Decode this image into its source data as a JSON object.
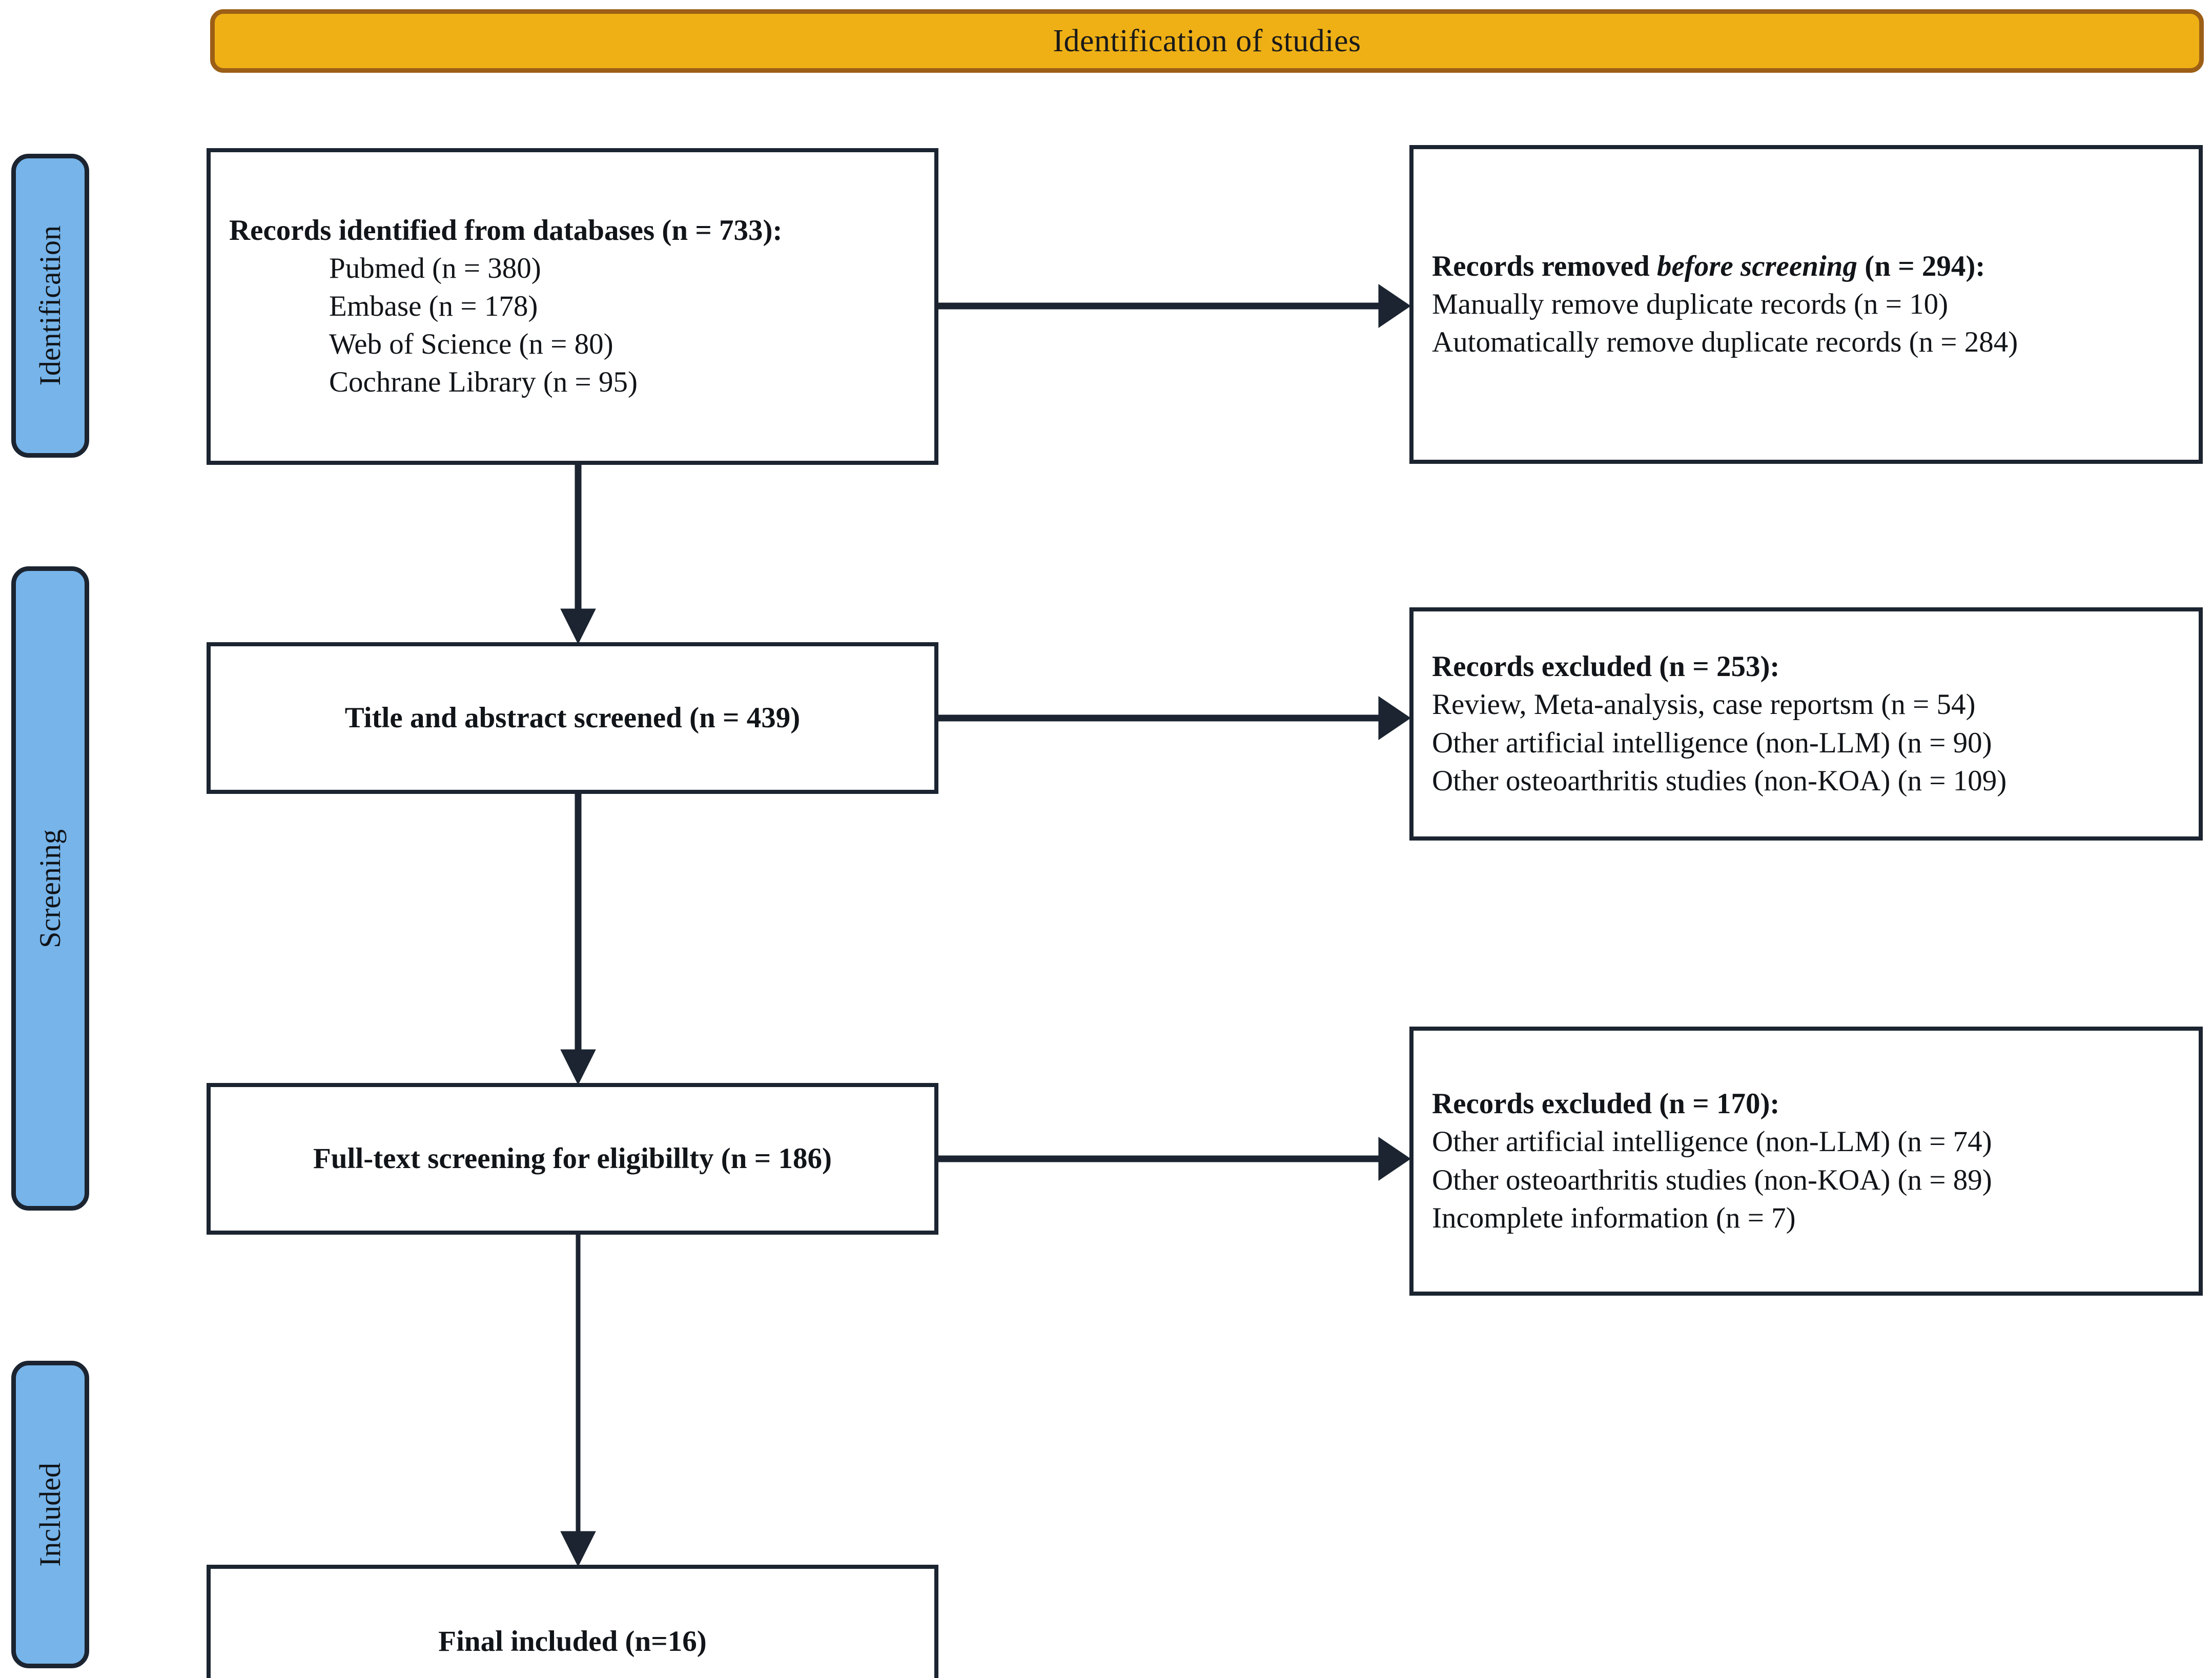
{
  "header": {
    "title": "Identification of studies",
    "fill_color": "#EFB016",
    "border_color": "#9C5F16"
  },
  "phases": [
    {
      "key": "identification",
      "label": "Identification"
    },
    {
      "key": "screening",
      "label": "Screening"
    },
    {
      "key": "included",
      "label": "Included"
    }
  ],
  "phase_style": {
    "fill_color": "#76B4EA",
    "border_color": "#1B2430"
  },
  "boxes": {
    "identified": {
      "heading": "Records identified from databases (n = 733):",
      "items": [
        "Pubmed (n = 380)",
        "Embase (n = 178)",
        "Web of Science  (n = 80)",
        "Cochrane Library (n = 95)"
      ]
    },
    "removed_before_screening": {
      "heading_prefix": "Records removed ",
      "heading_emphasis": "before screening",
      "heading_suffix": " (n = 294):",
      "items": [
        "Manually remove duplicate records (n = 10)",
        "Automatically remove duplicate records (n = 284)"
      ]
    },
    "title_abstract": {
      "heading": "Title and abstract screened (n = 439)"
    },
    "excluded_253": {
      "heading": "Records excluded (n = 253):",
      "items": [
        "Review, Meta-analysis, case reportsm (n = 54)",
        "Other artificial intelligence (non-LLM) (n = 90)",
        "Other osteoarthritis studies (non-KOA) (n = 109)"
      ]
    },
    "fulltext": {
      "heading": "Full-text screening for eligibillty (n = 186)"
    },
    "excluded_170": {
      "heading": "Records excluded (n = 170):",
      "items": [
        "Other artificial intelligence (non-LLM) (n = 74)",
        "Other osteoarthritis studies (non-KOA) (n = 89)",
        "Incomplete information (n = 7)"
      ]
    },
    "final_included": {
      "heading": "Final included (n=16)"
    }
  },
  "box_style": {
    "border_color": "#1B2430",
    "fill_color": "#FFFFFF"
  },
  "connectors": [
    {
      "name": "identified-to-removed",
      "direction": "right"
    },
    {
      "name": "identified-to-title-abstract",
      "direction": "down"
    },
    {
      "name": "title-abstract-to-excluded253",
      "direction": "right"
    },
    {
      "name": "title-abstract-to-fulltext",
      "direction": "down"
    },
    {
      "name": "fulltext-to-excluded170",
      "direction": "right"
    },
    {
      "name": "fulltext-to-final-included",
      "direction": "down"
    }
  ],
  "chart_data": {
    "type": "diagram",
    "title": "Identification of studies",
    "diagram_kind": "PRISMA flow diagram",
    "phases": [
      "Identification",
      "Screening",
      "Included"
    ],
    "nodes": [
      {
        "id": "identified",
        "phase": "Identification",
        "label": "Records identified from databases",
        "n": 733,
        "breakdown": [
          {
            "source": "Pubmed",
            "n": 380
          },
          {
            "source": "Embase",
            "n": 178
          },
          {
            "source": "Web of Science",
            "n": 80
          },
          {
            "source": "Cochrane Library",
            "n": 95
          }
        ]
      },
      {
        "id": "removed_before_screening",
        "phase": "Identification",
        "label": "Records removed before screening",
        "n": 294,
        "breakdown": [
          {
            "reason": "Manually remove duplicate records",
            "n": 10
          },
          {
            "reason": "Automatically remove duplicate records",
            "n": 284
          }
        ]
      },
      {
        "id": "title_abstract",
        "phase": "Screening",
        "label": "Title and abstract screened",
        "n": 439
      },
      {
        "id": "excluded_253",
        "phase": "Screening",
        "label": "Records excluded",
        "n": 253,
        "breakdown": [
          {
            "reason": "Review, Meta-analysis, case reportsm",
            "n": 54
          },
          {
            "reason": "Other artificial intelligence (non-LLM)",
            "n": 90
          },
          {
            "reason": "Other osteoarthritis studies (non-KOA)",
            "n": 109
          }
        ]
      },
      {
        "id": "fulltext",
        "phase": "Screening",
        "label": "Full-text screening for eligibillty",
        "n": 186
      },
      {
        "id": "excluded_170",
        "phase": "Screening",
        "label": "Records excluded",
        "n": 170,
        "breakdown": [
          {
            "reason": "Other artificial intelligence (non-LLM)",
            "n": 74
          },
          {
            "reason": "Other osteoarthritis studies (non-KOA)",
            "n": 89
          },
          {
            "reason": "Incomplete information",
            "n": 7
          }
        ]
      },
      {
        "id": "final_included",
        "phase": "Included",
        "label": "Final included",
        "n": 16
      }
    ],
    "edges": [
      {
        "from": "identified",
        "to": "removed_before_screening"
      },
      {
        "from": "identified",
        "to": "title_abstract"
      },
      {
        "from": "title_abstract",
        "to": "excluded_253"
      },
      {
        "from": "title_abstract",
        "to": "fulltext"
      },
      {
        "from": "fulltext",
        "to": "excluded_170"
      },
      {
        "from": "fulltext",
        "to": "final_included"
      }
    ]
  }
}
